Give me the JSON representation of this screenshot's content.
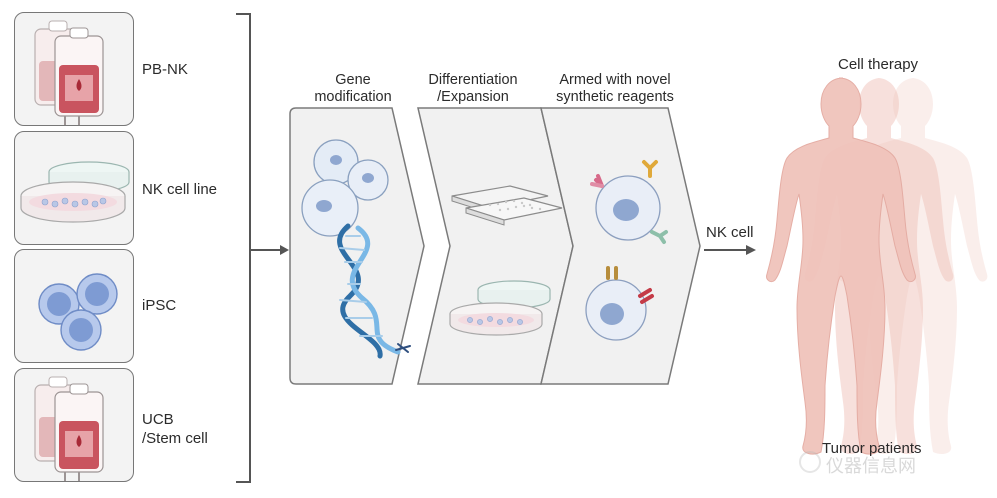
{
  "sources": [
    {
      "label": "PB-NK"
    },
    {
      "label": "NK cell line"
    },
    {
      "label": "iPSC"
    },
    {
      "label": "UCB\n/Stem cell"
    }
  ],
  "steps": [
    {
      "label": "Gene\nmodification"
    },
    {
      "label": "Differentiation\n/Expansion"
    },
    {
      "label": "Armed with novel\nsynthetic reagents"
    }
  ],
  "output_label": "NK cell",
  "therapy_label": "Cell therapy",
  "patients_label": "Tumor patients",
  "watermark_text": "仪器信息网",
  "colors": {
    "box_fill": "#f3f3f3",
    "box_border": "#777777",
    "blood_red": "#c0394a",
    "cell_blue": "#8aa6d6",
    "dna_blue": "#4f8fc4",
    "human_pink": "#f2c6bf"
  }
}
